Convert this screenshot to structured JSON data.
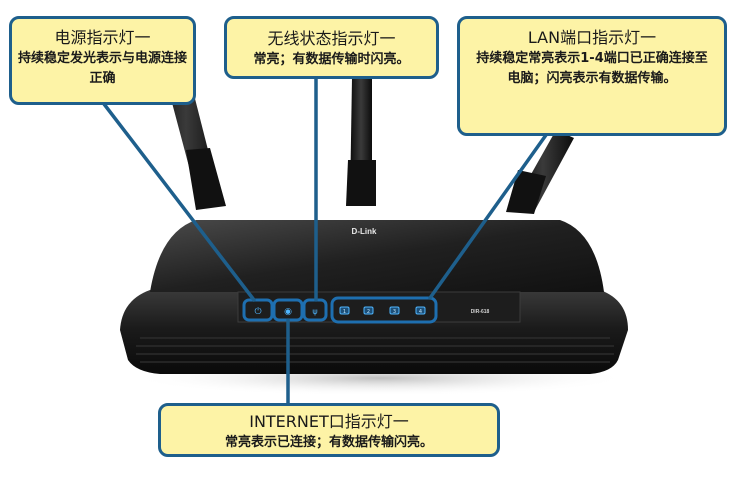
{
  "callouts": {
    "power": {
      "title": "电源指示灯一",
      "desc": "持续稳定发光表示与电源连接正确"
    },
    "wireless": {
      "title": "无线状态指示灯一",
      "desc": "常亮；有数据传输时闪亮。"
    },
    "lan": {
      "title": "LAN端口指示灯一",
      "desc": "持续稳定常亮表示1-4端口已正确连接至电脑；闪亮表示有数据传输。"
    },
    "internet": {
      "title": "INTERNET口指示灯一",
      "desc": "常亮表示已连接；有数据传输闪亮。"
    }
  },
  "device": {
    "brand": "D-Link",
    "model": "DIR-618",
    "lan_ports": [
      "1",
      "2",
      "3",
      "4"
    ]
  },
  "colors": {
    "callout_fill": "#fdf3a6",
    "callout_border": "#1e5f8c",
    "led_glow": "#4fb6ff",
    "router_body": "#151515"
  }
}
